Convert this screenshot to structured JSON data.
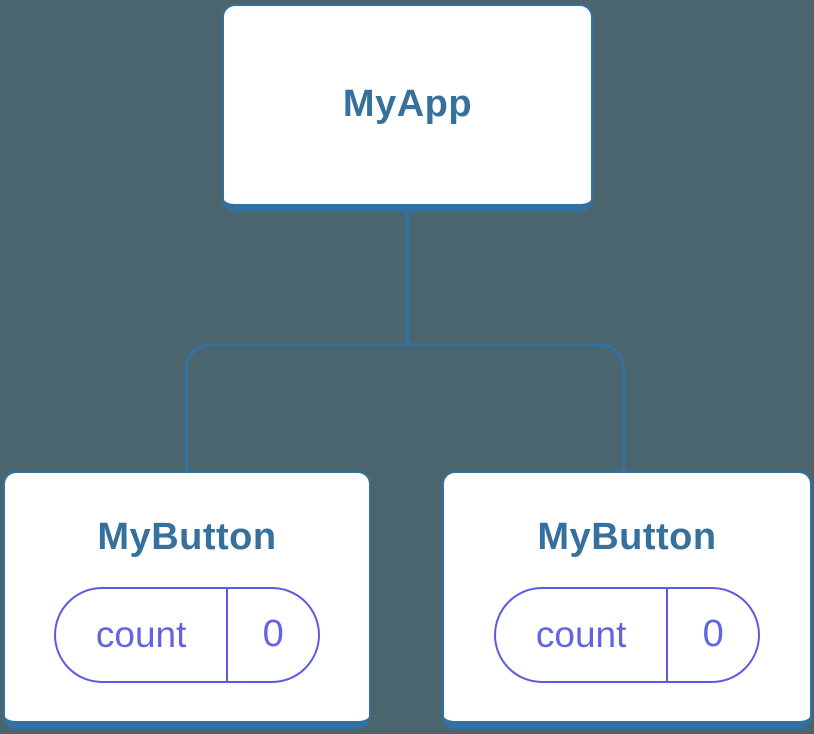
{
  "diagram": {
    "type": "component-tree",
    "root": {
      "label": "MyApp"
    },
    "children": [
      {
        "label": "MyButton",
        "state": {
          "key": "count",
          "value": "0"
        }
      },
      {
        "label": "MyButton",
        "state": {
          "key": "count",
          "value": "0"
        }
      }
    ]
  },
  "colors": {
    "background": "#4b656f",
    "connector": "#3272a3",
    "node_border": "#3272a3",
    "node_background": "#ffffff",
    "node_label_text": "#36719d",
    "state_pill_border": "#5c5cde",
    "state_pill_text": "#6464e0"
  }
}
